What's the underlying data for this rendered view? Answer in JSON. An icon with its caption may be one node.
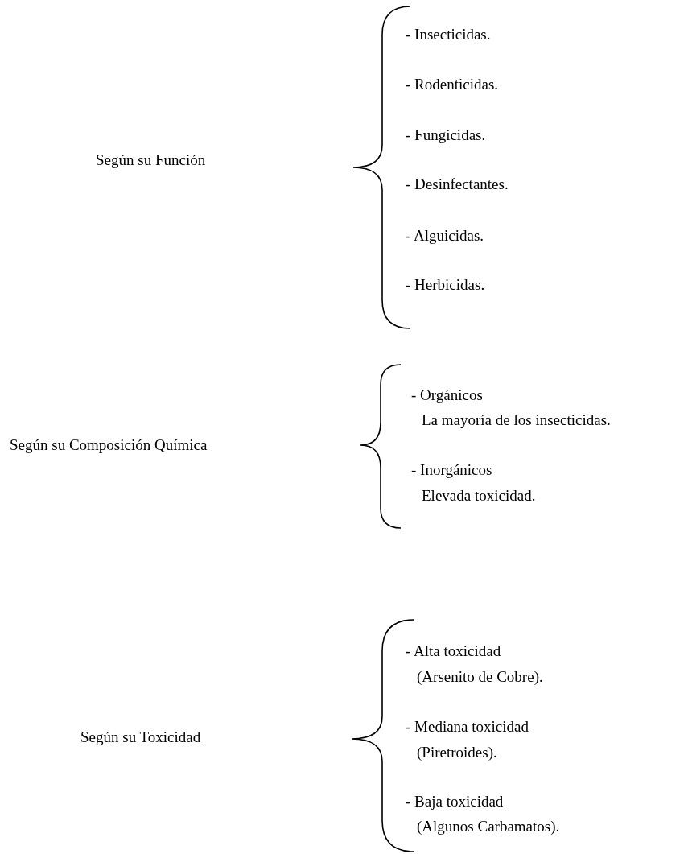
{
  "diagram": {
    "labels": [
      "Según su Función",
      "- Insecticidas.",
      "- Rodenticidas.",
      "- Fungicidas.",
      "- Desinfectantes.",
      "- Alguicidas.",
      "- Herbicidas.",
      "Según su Composición Química",
      "- Orgánicos",
      "La mayoría de los insecticidas.",
      "- Inorgánicos",
      "Elevada toxicidad.",
      "Según su Toxicidad",
      "- Alta toxicidad",
      "(Arsenito de Cobre).",
      "- Mediana toxicidad",
      "(Piretroides).",
      "- Baja toxicidad",
      "(Algunos Carbamatos)."
    ]
  }
}
